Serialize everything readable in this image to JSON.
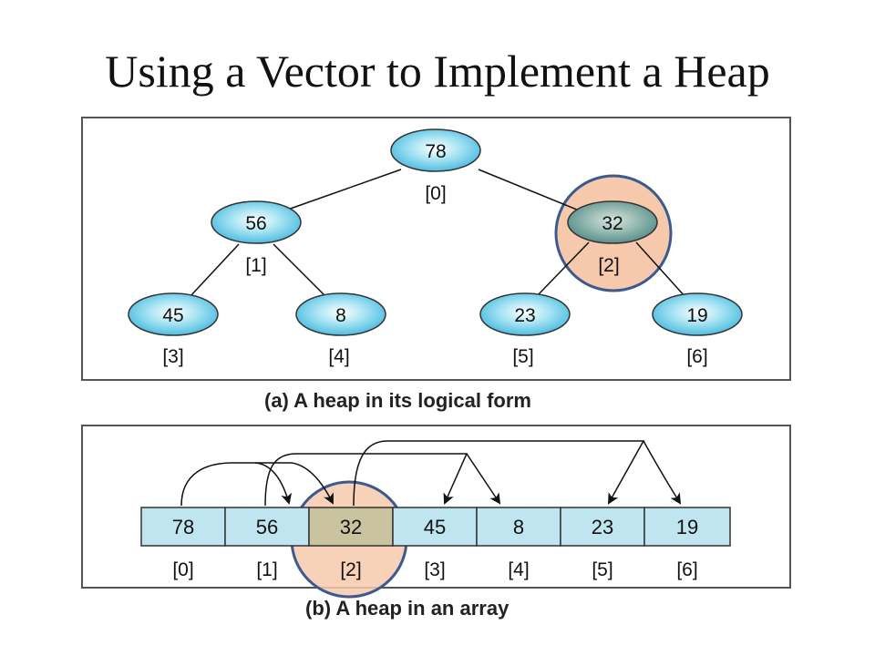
{
  "title": "Using a Vector to Implement a Heap",
  "caption_logical": "(a) A heap in its  logical form",
  "caption_array": "(b) A heap in an array",
  "nodes": [
    {
      "value": "78",
      "index": "[0]"
    },
    {
      "value": "56",
      "index": "[1]"
    },
    {
      "value": "32",
      "index": "[2]"
    },
    {
      "value": "45",
      "index": "[3]"
    },
    {
      "value": "8",
      "index": "[4]"
    },
    {
      "value": "23",
      "index": "[5]"
    },
    {
      "value": "19",
      "index": "[6]"
    }
  ],
  "array_cells": [
    {
      "value": "78",
      "index": "[0]"
    },
    {
      "value": "56",
      "index": "[1]"
    },
    {
      "value": "32",
      "index": "[2]"
    },
    {
      "value": "45",
      "index": "[3]"
    },
    {
      "value": "8",
      "index": "[4]"
    },
    {
      "value": "23",
      "index": "[5]"
    },
    {
      "value": "19",
      "index": "[6]"
    }
  ],
  "highlight_index": 2,
  "colors": {
    "node_fill": "#57c7e6",
    "node_highlight": "#6f9a96",
    "cell_fill": "#bfe6f0",
    "cell_highlight": "#c9c3a0",
    "circle_fill": "#f6c9ac",
    "circle_stroke": "#3b5a8f"
  }
}
